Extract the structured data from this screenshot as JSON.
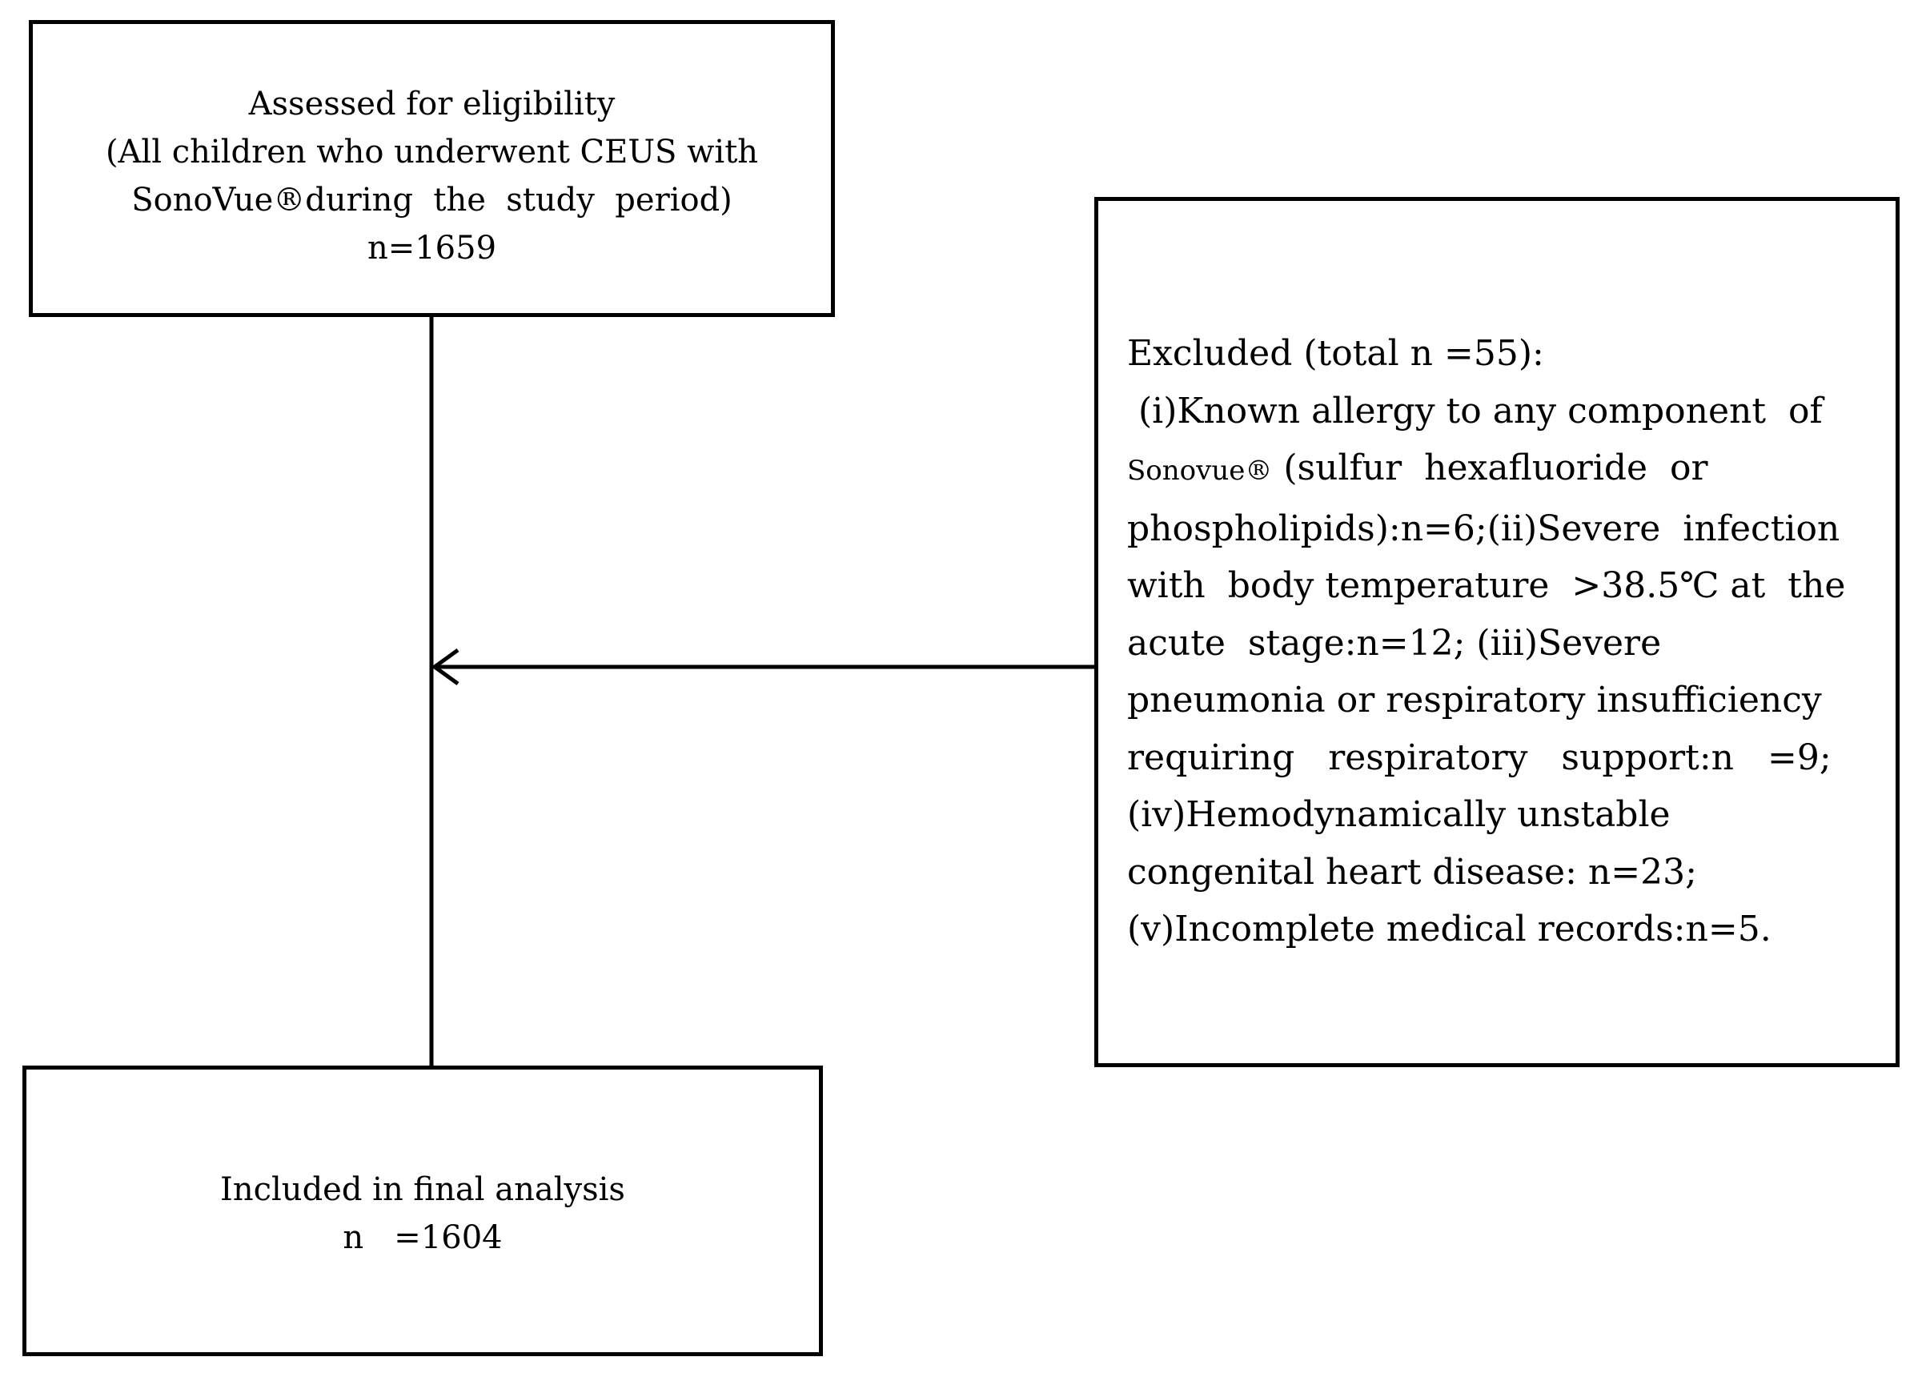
{
  "assessed": {
    "line1": "Assessed for eligibility",
    "line2": "(All children who underwent CEUS with",
    "line3": "SonoVue®during  the  study  period)",
    "line4": "n=1659"
  },
  "excluded": {
    "line1": "Excluded (total n =55):",
    "line2": " (i)Known allergy to any component  of",
    "line3_small": "Sonovue®",
    "line3_rest": " (sulfur  hexafluoride  or",
    "line4": "phospholipids):n=6;(ii)Severe  infection",
    "line5": "with  body temperature  >38.5℃ at  the",
    "line6": "acute  stage:n=12; (iii)Severe",
    "line7": "pneumonia or respiratory insufficiency",
    "line8": "requiring   respiratory   support:n   =9;",
    "line9": "(iv)Hemodynamically unstable",
    "line10": "congenital heart disease: n=23;",
    "line11": "(v)Incomplete medical records:n=5."
  },
  "included": {
    "line1": "Included in final analysis",
    "line2": "n   =1604"
  }
}
